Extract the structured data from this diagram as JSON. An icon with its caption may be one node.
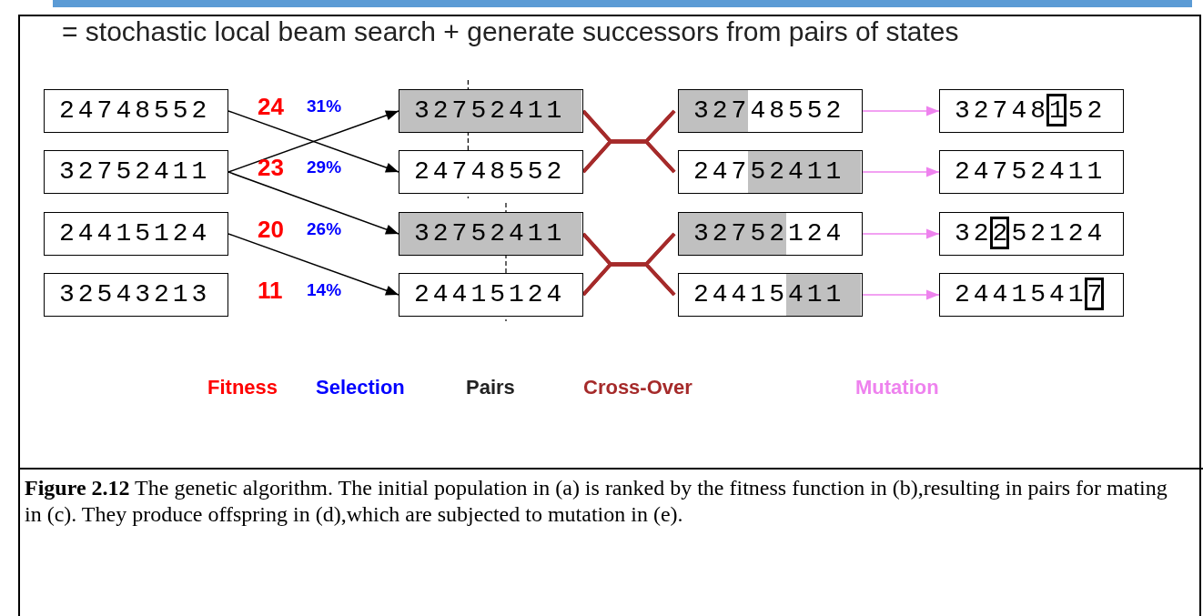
{
  "diagram": {
    "title": "= stochastic local beam search + generate successors from pairs of states",
    "caption": "**Figure 2.12** The genetic algorithm. The initial population in (a) is ranked by the fitness function in (b),resulting in pairs for mating in (c). They produce offspring in (d),which are subjected to mutation in (e).",
    "nodes": [
      {
        "text": [
          "24748552"
        ],
        "beside": [
          "24",
          "31%"
        ]
      },
      {
        "text": [
          "32752411"
        ],
        "beside": [
          "23",
          "29%"
        ]
      },
      {
        "text": [
          "24415124"
        ],
        "beside": [
          "20",
          "26%"
        ]
      },
      {
        "text": [
          "32543213"
        ],
        "beside": [
          "11",
          "14%"
        ]
      },
      {
        "text": [
          "32752411"
        ]
      },
      {
        "text": [
          "24748552"
        ]
      },
      {
        "text": [
          "32752411"
        ]
      },
      {
        "text": [
          "24415124"
        ]
      },
      {
        "text": [
          "32748552"
        ]
      },
      {
        "text": [
          "24752411"
        ]
      },
      {
        "text": [
          "32752124"
        ]
      },
      {
        "text": [
          "24415411"
        ]
      },
      {
        "text": [
          "32748152"
        ]
      },
      {
        "text": [
          "24752411"
        ]
      },
      {
        "text": [
          "32252124"
        ]
      },
      {
        "text": [
          "24415417"
        ]
      }
    ],
    "edges": [
      {
        "from": 0,
        "to": 5,
        "arrow": "to",
        "color": "#000000"
      },
      {
        "from": 1,
        "to": 4,
        "arrow": "to",
        "color": "#000000"
      },
      {
        "from": 1,
        "to": 6,
        "arrow": "to",
        "color": "#000000"
      },
      {
        "from": 2,
        "to": 7,
        "arrow": "to",
        "color": "#000000"
      },
      {
        "from": 4,
        "to": 8,
        "arrow": "none",
        "style": "thick",
        "color": "#a52a2a"
      },
      {
        "from": 4,
        "to": 9,
        "arrow": "none",
        "style": "thick",
        "color": "#a52a2a"
      },
      {
        "from": 5,
        "to": 8,
        "arrow": "none",
        "style": "thick",
        "color": "#a52a2a"
      },
      {
        "from": 5,
        "to": 9,
        "arrow": "none",
        "style": "thick",
        "color": "#a52a2a"
      },
      {
        "from": 6,
        "to": 10,
        "arrow": "none",
        "style": "thick",
        "color": "#a52a2a"
      },
      {
        "from": 6,
        "to": 11,
        "arrow": "none",
        "style": "thick",
        "color": "#a52a2a"
      },
      {
        "from": 7,
        "to": 10,
        "arrow": "none",
        "style": "thick",
        "color": "#a52a2a"
      },
      {
        "from": 7,
        "to": 11,
        "arrow": "none",
        "style": "thick",
        "color": "#a52a2a"
      },
      {
        "from": 8,
        "to": 12,
        "arrow": "to",
        "color": "#ee82ee"
      },
      {
        "from": 9,
        "to": 13,
        "arrow": "to",
        "color": "#ee82ee"
      },
      {
        "from": 10,
        "to": 14,
        "arrow": "to",
        "color": "#ee82ee"
      },
      {
        "from": 11,
        "to": 15,
        "arrow": "to",
        "color": "#ee82ee"
      }
    ],
    "labels": [
      "Fitness",
      "Selection",
      "Pairs",
      "Cross-Over",
      "Mutation"
    ]
  }
}
